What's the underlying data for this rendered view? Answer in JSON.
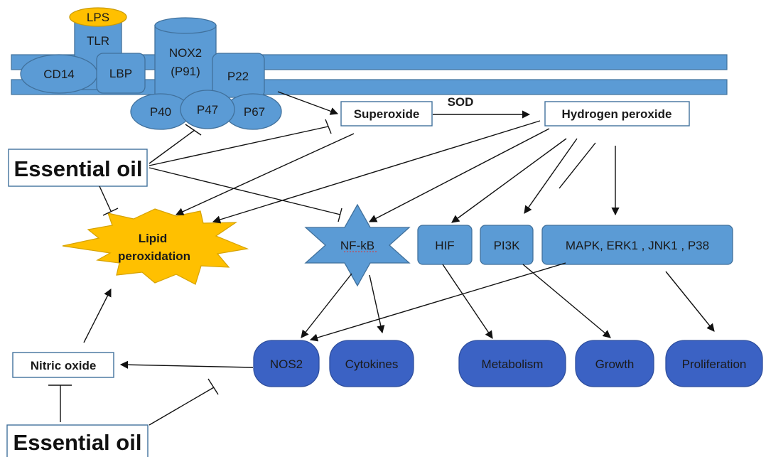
{
  "colors": {
    "protein_blue": "#5b9bd5",
    "dark_blue": "#3b62c4",
    "lps_yellow": "#ffc000",
    "starburst": "#ffc000",
    "outline": "#41719c"
  },
  "membrane": {
    "lps": "LPS",
    "tlr": "TLR",
    "cd14": "CD14",
    "lbp": "LBP",
    "nox2_line1": "NOX2",
    "nox2_line2": "(P91)",
    "p22": "P22",
    "p40": "P40",
    "p47": "P47",
    "p67": "P67"
  },
  "ros": {
    "superoxide": "Superoxide",
    "sod": "SOD",
    "hydrogen_peroxide": "Hydrogen peroxide"
  },
  "essential_oil": {
    "top": "Essential oil",
    "bottom": "Essential oil"
  },
  "lipid": {
    "line1": "Lipid",
    "line2": "peroxidation"
  },
  "signaling": {
    "nfkb": "NF-kB",
    "hif": "HIF",
    "pi3k": "PI3K",
    "mapk": "MAPK, ERK1 , JNK1 , P38"
  },
  "outcomes": {
    "nos2": "NOS2",
    "cytokines": "Cytokines",
    "metabolism": "Metabolism",
    "growth": "Growth",
    "proliferation": "Proliferation"
  },
  "nitric_oxide": "Nitric oxide"
}
